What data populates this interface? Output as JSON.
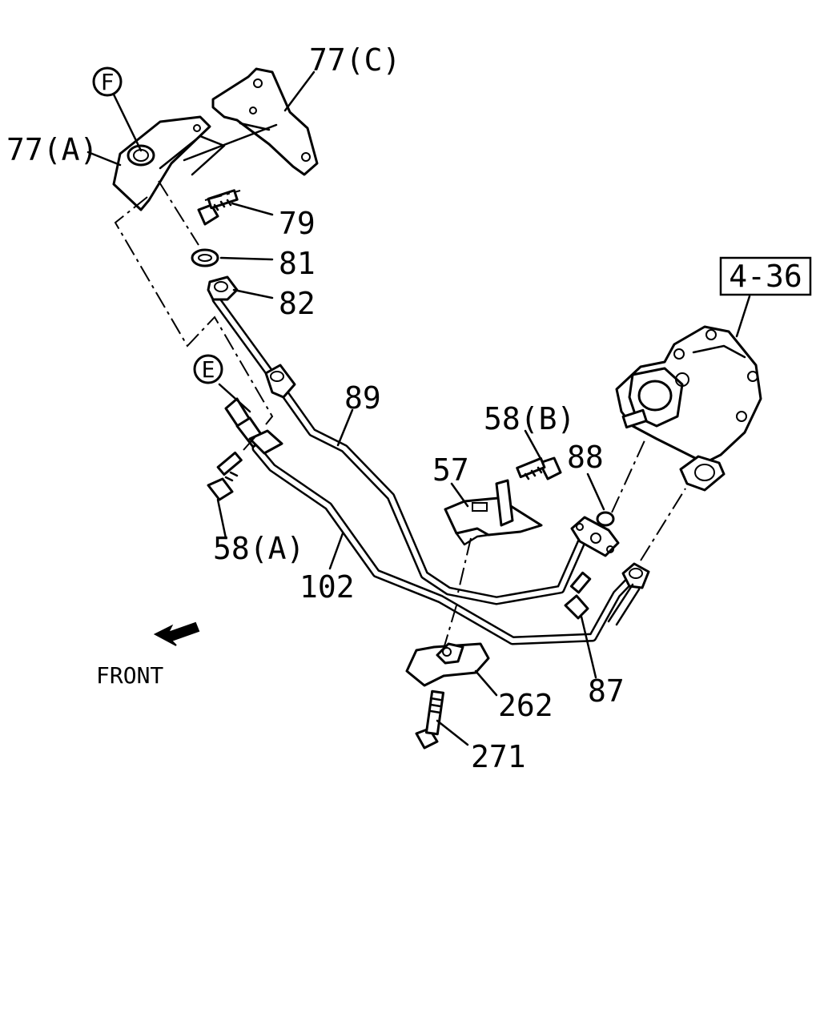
{
  "callouts": {
    "p77c": "77(C)",
    "p77a": "77(A)",
    "p79": "79",
    "p81": "81",
    "p82": "82",
    "p89": "89",
    "p58b": "58(B)",
    "p88": "88",
    "p57": "57",
    "p58a": "58(A)",
    "p102": "102",
    "p262": "262",
    "p87": "87",
    "p271": "271"
  },
  "refs": {
    "f": "F",
    "e": "E",
    "ref_box": "4-36"
  },
  "direction": {
    "front_label": "FRONT"
  },
  "icons": [
    "front-arrow-icon",
    "circle-ref-f-icon",
    "circle-ref-e-icon"
  ]
}
